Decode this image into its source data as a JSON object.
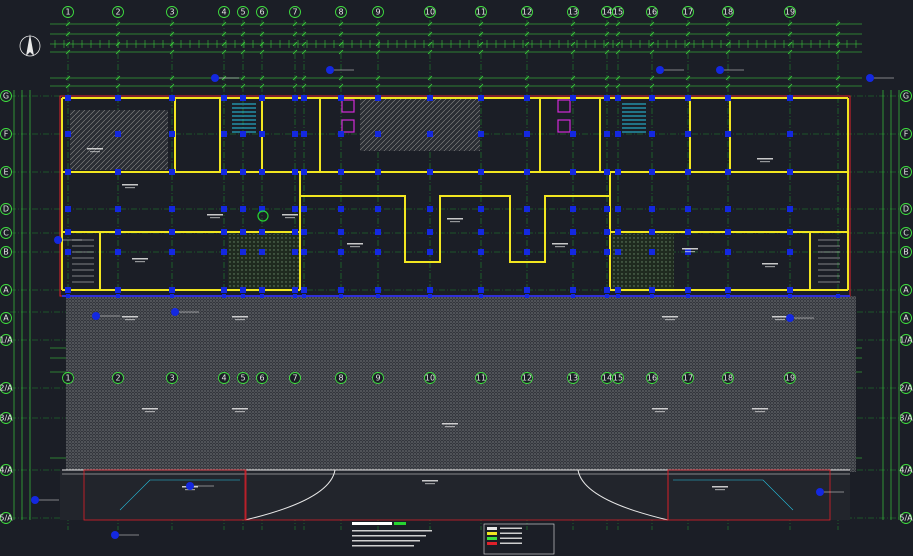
{
  "colors": {
    "background": "#1b1e26",
    "grid_line": "#27d431",
    "axis_bubble": "#3fe03f",
    "wall": "#f2e620",
    "thin_wall": "#e8e8e8",
    "dimension": "#3fe03f",
    "column": "#1428e0",
    "accent_red": "#e0202a",
    "magenta": "#d22ad8",
    "cyan": "#27c8e8",
    "hatch": "#7a7a7a"
  },
  "top_axes": [
    "1",
    "2",
    "3",
    "4",
    "5",
    "6",
    "7",
    "8",
    "9",
    "10",
    "11",
    "12",
    "13",
    "14",
    "15",
    "16",
    "17",
    "18",
    "19"
  ],
  "bottom_axes": [
    "1",
    "2",
    "3",
    "4",
    "5",
    "6",
    "7",
    "8",
    "9",
    "10",
    "11",
    "12",
    "13",
    "14",
    "15",
    "16",
    "17",
    "18",
    "19"
  ],
  "left_axes": [
    "G",
    "F",
    "E",
    "D",
    "C",
    "B",
    "A",
    "A",
    "1/A",
    "2/A",
    "3/A",
    "4/A",
    "5/A"
  ],
  "right_axes": [
    "G",
    "F",
    "E",
    "D",
    "C",
    "B",
    "A",
    "A",
    "1/A",
    "2/A",
    "3/A",
    "4/A",
    "5/A"
  ]
}
